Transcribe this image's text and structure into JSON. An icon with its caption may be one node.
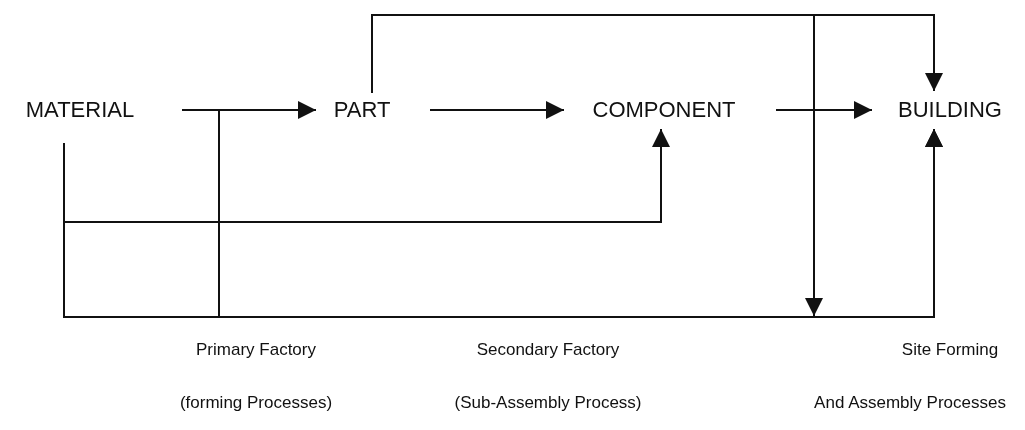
{
  "diagram": {
    "nodes": [
      {
        "text": [
          "MATERIAL"
        ]
      },
      {
        "text": [
          "PART"
        ]
      },
      {
        "text": [
          "COMPONENT"
        ]
      },
      {
        "text": [
          "BUILDING"
        ]
      }
    ],
    "edges": [
      {
        "from": 0,
        "to": 1,
        "arrow": "to"
      },
      {
        "from": 1,
        "to": 2,
        "arrow": "to"
      },
      {
        "from": 2,
        "to": 3,
        "arrow": "to"
      },
      {
        "from": 1,
        "to": 3,
        "arrow": "to"
      },
      {
        "from": 0,
        "to": 2,
        "arrow": "to"
      },
      {
        "from": 0,
        "to": 3,
        "arrow": "to"
      },
      {
        "from": 0,
        "to": 3,
        "arrow": "to"
      },
      {
        "from": 1,
        "to": null,
        "arrow": "to"
      }
    ],
    "labels": [
      "Primary Factory",
      "Secondary Factory",
      "Site Forming",
      "(forming Processes)",
      "(Sub-Assembly Process)",
      "And Assembly Processes"
    ]
  }
}
